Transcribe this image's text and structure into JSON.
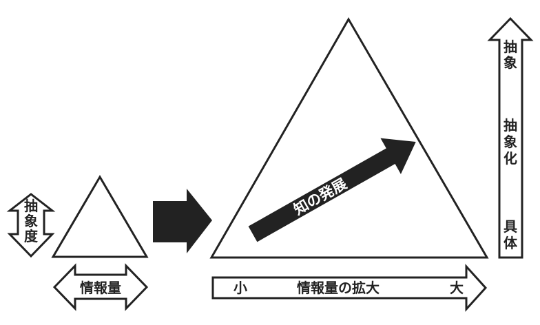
{
  "diagram": {
    "small_side": {
      "vertical_arrow_label": "抽象度",
      "horizontal_arrow_label": "情報量"
    },
    "transition_arrow": "right-arrow",
    "large_side": {
      "growth_arrow_label": "知の発展",
      "bottom_arrow": {
        "left_label": "小",
        "center_label": "情報量の拡大",
        "right_label": "大"
      }
    },
    "right_axis": {
      "top_label": "抽象",
      "middle_label": "抽象化",
      "bottom_label": "具体"
    },
    "colors": {
      "stroke": "#222222",
      "fill_dark": "#222222",
      "background": "#ffffff"
    }
  }
}
